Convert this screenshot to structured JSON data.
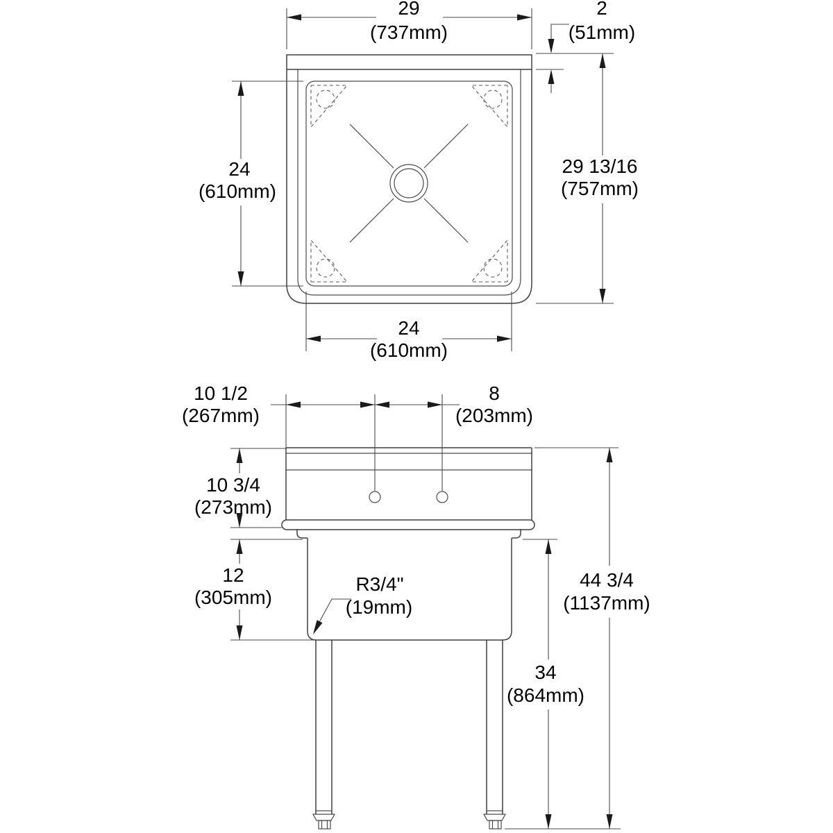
{
  "drawing_type": "sink-dimension-drawing",
  "colors": {
    "line": "#3f3f3f",
    "dimension_line": "#4a4a4a",
    "text": "#000000",
    "background": "#ffffff"
  },
  "top_view": {
    "overall_width": {
      "imperial": "29",
      "metric": "(737mm)"
    },
    "backsplash_thickness": {
      "imperial": "2",
      "metric": "(51mm)"
    },
    "overall_front_to_back": {
      "imperial": "29 13/16",
      "metric": "(757mm)"
    },
    "bowl_front_to_back": {
      "imperial": "24",
      "metric": "(610mm)"
    },
    "bowl_width": {
      "imperial": "24",
      "metric": "(610mm)"
    }
  },
  "front_view": {
    "faucet_hole_offset": {
      "imperial": "10 1/2",
      "metric": "(267mm)"
    },
    "faucet_hole_spacing": {
      "imperial": "8",
      "metric": "(203mm)"
    },
    "backsplash_height": {
      "imperial": "10 3/4",
      "metric": "(273mm)"
    },
    "bowl_depth": {
      "imperial": "12",
      "metric": "(305mm)"
    },
    "corner_radius": {
      "imperial": "R3/4\"",
      "metric": "(19mm)"
    },
    "floor_to_rim": {
      "imperial": "34",
      "metric": "(864mm)"
    },
    "overall_height": {
      "imperial": "44 3/4",
      "metric": "(1137mm)"
    }
  }
}
